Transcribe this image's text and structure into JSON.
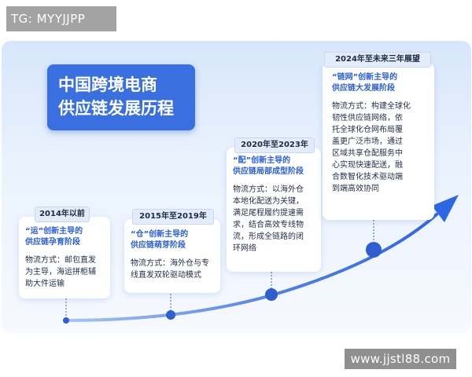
{
  "tag": "TG: MYYJJPP",
  "title": {
    "line1": "中国跨境电商",
    "line2": "供应链发展历程"
  },
  "stages": [
    {
      "year": "2014年以前",
      "stage_line1": "“运”创新主导的",
      "stage_line2": "供应链孕育阶段",
      "desc": [
        "物流方式：邮包直发",
        "为主导，海运拼柜辅",
        "助大件运输"
      ]
    },
    {
      "year": "2015年至2019年",
      "stage_line1": "“仓”创新主导的",
      "stage_line2": "供应链萌芽阶段",
      "desc": [
        "物流方式：海外仓与专",
        "线直发双轮驱动模式"
      ]
    },
    {
      "year": "2020年至2023年",
      "stage_line1": "“配”创新主导的",
      "stage_line2": "供应链局部成型阶段",
      "desc": [
        "物流方式：以海外仓",
        "本地化配送为关键，",
        "满足尾程履约提速需",
        "求，结合高效专线物",
        "流，形成全链路的闭",
        "环网络"
      ]
    },
    {
      "year": "2024年至未来三年展望",
      "stage_line1": "“链网”创新主导的",
      "stage_line2": "供应链大发展阶段",
      "desc": [
        "物流方式：构建全球化",
        "韧性供应链网络，依",
        "托全球化仓网布局覆",
        "盖更广泛市场，通过",
        "区域共享仓配服务中",
        "心实现快速配送，融",
        "合数智化技术驱动端",
        "到端高效协同"
      ]
    }
  ],
  "watermark": "www.jjstl88.com",
  "colors": {
    "accent": "#3a6fe0",
    "title_bg": "#3a6fe0",
    "stage_text": "#2c60d4",
    "dot": "#2f5fcf"
  }
}
